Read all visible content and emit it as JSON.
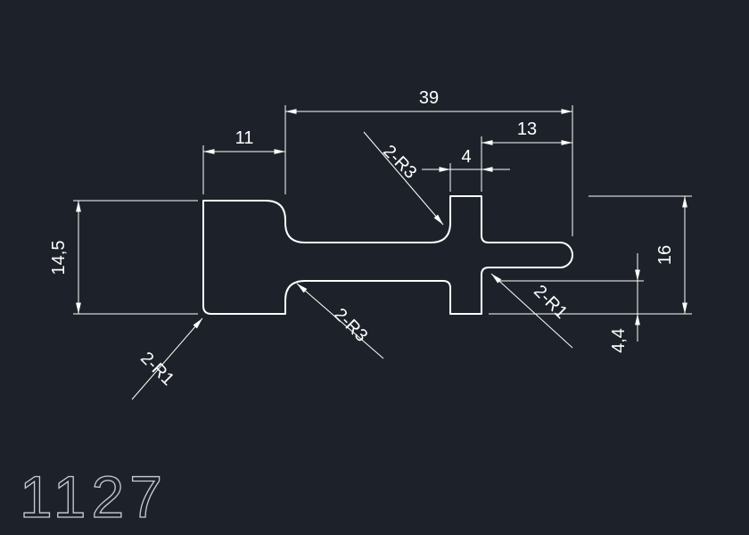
{
  "palette": {
    "background": "#1d222a",
    "line": "#ffffff",
    "title": "#c9cdd2"
  },
  "part": {
    "number": "1127"
  },
  "dimensions": {
    "overall_length": "39",
    "left_block_width": "11",
    "right_segment": "13",
    "tab_width": "4",
    "left_height": "14,5",
    "right_height": "16",
    "bottom_tab_height": "4,4"
  },
  "radius_callouts": {
    "upper_fillets": "2-R3",
    "lower_fillets": "2-R3",
    "left_corner_radius": "2-R1",
    "right_corner_radius": "2-R1"
  }
}
